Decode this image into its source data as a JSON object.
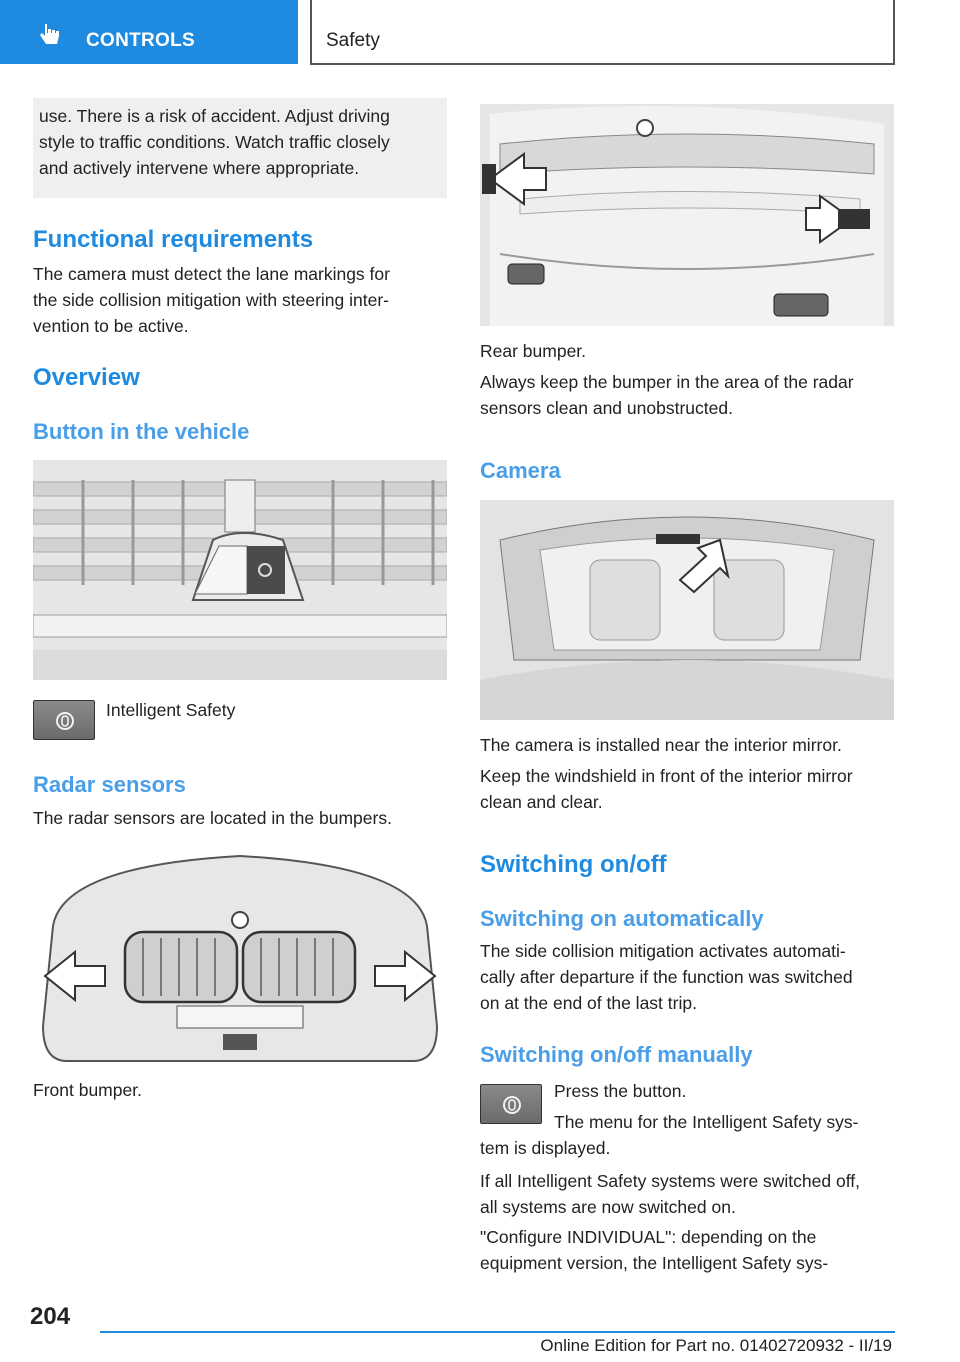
{
  "header": {
    "chapter": "CONTROLS",
    "section": "Safety",
    "icon": "hand-pointer-icon",
    "accent": "#1f8be0"
  },
  "left": {
    "warning_lines": [
      "use. There is a risk of accident. Adjust driving",
      "style to traffic conditions. Watch traffic closely",
      "and actively intervene where appropriate."
    ],
    "functional_heading": "Functional requirements",
    "functional_lines": [
      "The camera must detect the lane markings for",
      "the side collision mitigation with steering inter‐",
      "vention to be active."
    ],
    "overview_heading": "Overview",
    "button_heading": "Button in the vehicle",
    "button_label": "Intelligent Safety",
    "radar_heading": "Radar sensors",
    "radar_text": "The radar sensors are located in the bumpers.",
    "front_caption": "Front bumper."
  },
  "right": {
    "rear_caption": "Rear bumper.",
    "rear_lines": [
      "Always keep the bumper in the area of the radar",
      "sensors clean and unobstructed."
    ],
    "camera_heading": "Camera",
    "camera_text1": "The camera is installed near the interior mirror.",
    "camera_text2_lines": [
      "Keep the windshield in front of the interior mirror",
      "clean and clear."
    ],
    "switch_heading": "Switching on/off",
    "auto_heading": "Switching on automatically",
    "auto_lines": [
      "The side collision mitigation activates automati‐",
      "cally after departure if the function was switched",
      "on at the end of the last trip."
    ],
    "manual_heading": "Switching on/off manually",
    "manual_press": "Press the button.",
    "manual_menu_1": "The menu for the Intelligent Safety sys‐",
    "manual_menu_2": "tem is displayed.",
    "all_off_lines": [
      "If all Intelligent Safety systems were switched off,",
      "all systems are now switched on."
    ],
    "configure_lines": [
      "\"Configure INDIVIDUAL\": depending on the",
      "equipment version, the Intelligent Safety sys‐"
    ]
  },
  "footer": {
    "page_number": "204",
    "edition": "Online Edition for Part no. 01402720932 - II/19"
  }
}
